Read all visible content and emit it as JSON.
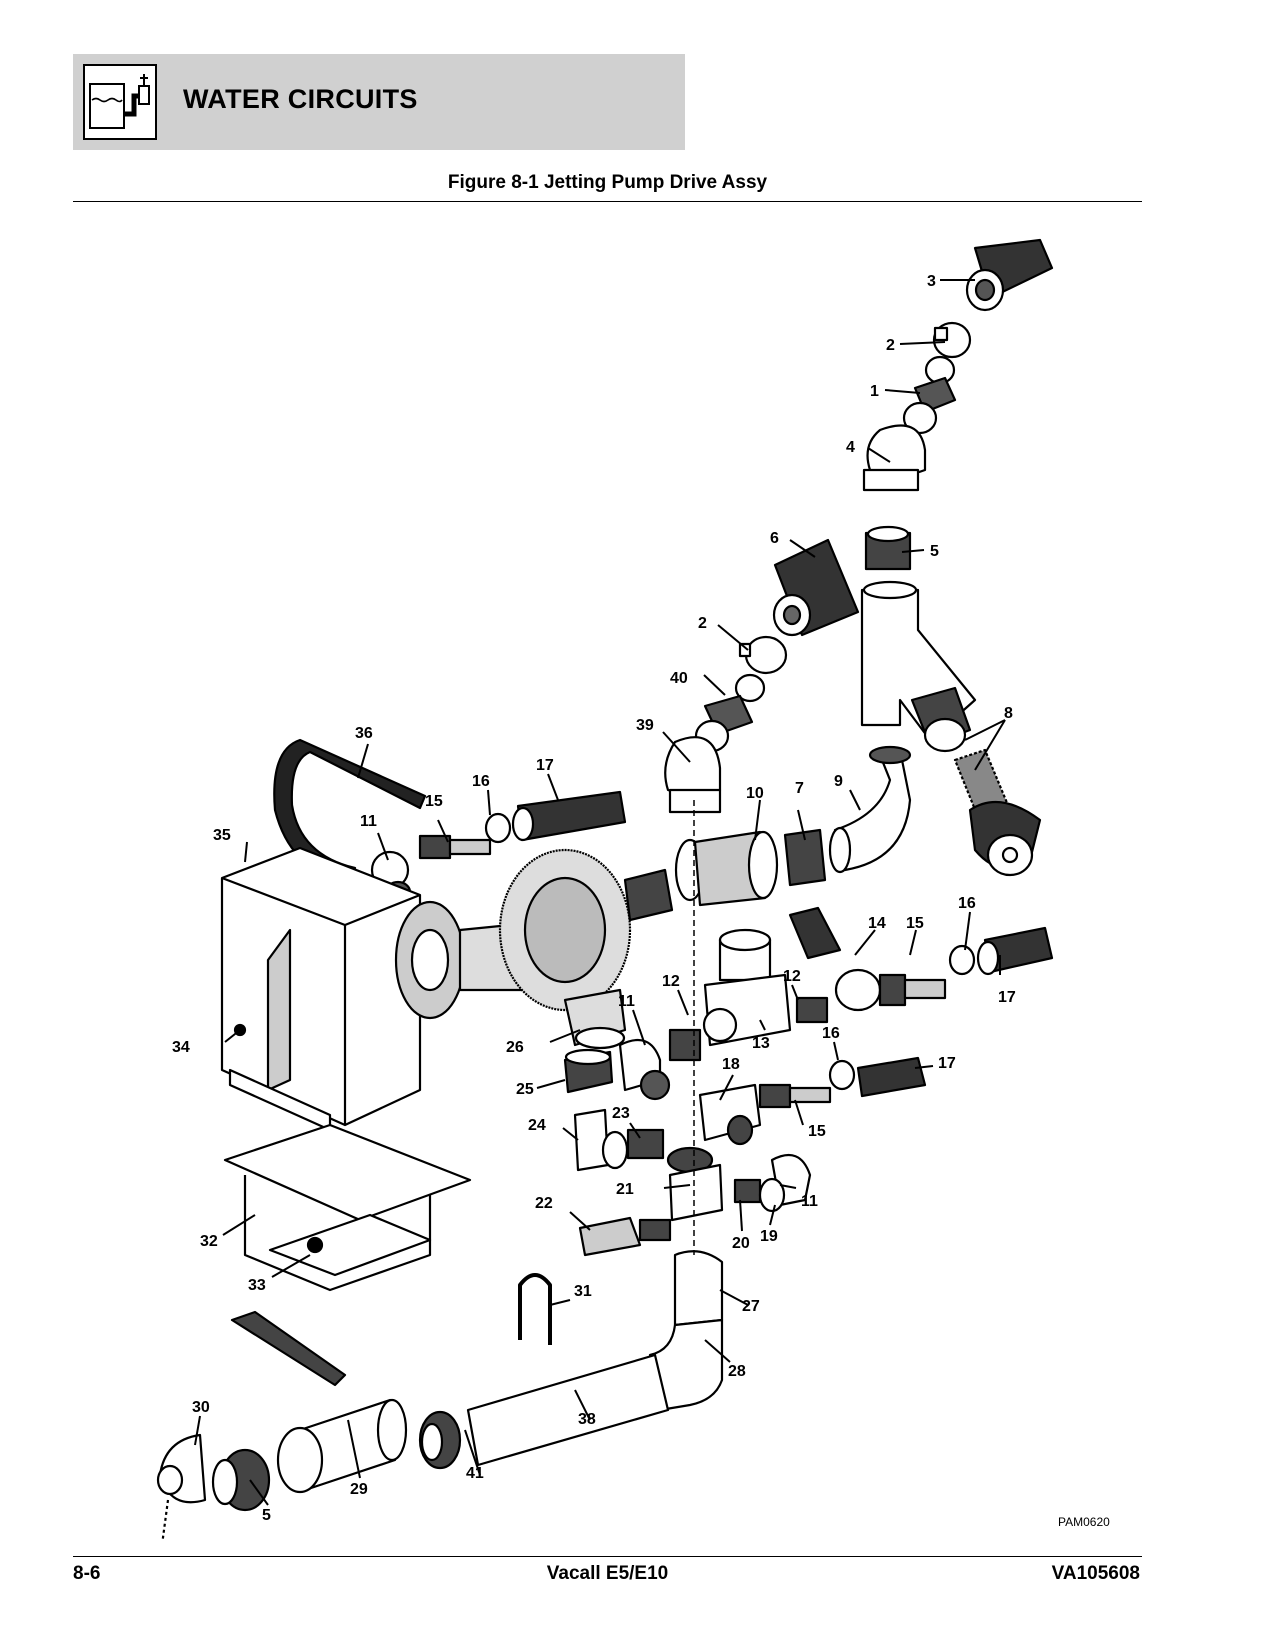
{
  "header": {
    "section_title": "WATER CIRCUITS",
    "icon": "water-circuit-icon"
  },
  "figure": {
    "caption": "Figure 8-1 Jetting Pump Drive Assy",
    "ref_code": "PAM0620",
    "callouts": [
      "1",
      "2",
      "3",
      "4",
      "5",
      "6",
      "2",
      "40",
      "39",
      "36",
      "16",
      "17",
      "15",
      "11",
      "35",
      "10",
      "7",
      "9",
      "8",
      "14",
      "15",
      "16",
      "12",
      "12",
      "11",
      "17",
      "26",
      "13",
      "34",
      "25",
      "18",
      "16",
      "17",
      "23",
      "24",
      "15",
      "21",
      "11",
      "22",
      "20",
      "19",
      "27",
      "31",
      "32",
      "33",
      "28",
      "38",
      "30",
      "29",
      "41",
      "5"
    ]
  },
  "footer": {
    "page_number": "8-6",
    "manual_title": "Vacall E5/E10",
    "doc_number": "VA105608"
  }
}
